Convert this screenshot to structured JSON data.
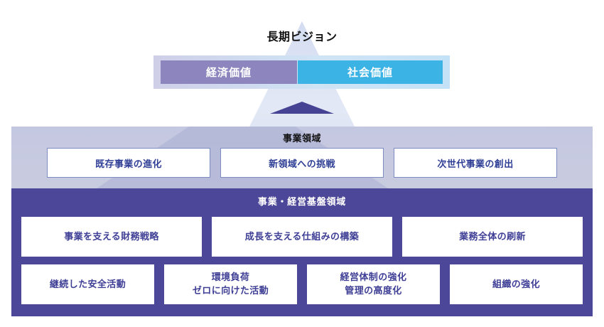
{
  "diagram": {
    "vision_title": "長期ビジョン",
    "vision_bar": {
      "economic_value_label": "経済価値",
      "social_value_label": "社会価値"
    },
    "arrow": {
      "icon_name": "up-arrow-icon"
    },
    "business_domain": {
      "heading": "事業領域",
      "cards": [
        {
          "label": "既存事業の進化"
        },
        {
          "label": "新領域への挑戦"
        },
        {
          "label": "次世代事業の創出"
        }
      ]
    },
    "management_foundation": {
      "heading": "事業・経営基盤領域",
      "row_1": [
        {
          "label": "事業を支える財務戦略"
        },
        {
          "label": "成長を支える仕組みの構築"
        },
        {
          "label": "業務全体の刷新"
        }
      ],
      "row_2": [
        {
          "label": "継続した安全活動"
        },
        {
          "label": "環境負荷\nゼロに向けた活動"
        },
        {
          "label": "経営体制の強化\n管理の高度化"
        },
        {
          "label": "組織の強化"
        }
      ]
    },
    "colors": {
      "economic_value": "#8d86be",
      "social_value": "#3cb3e5",
      "foundation_background": "#4c4798",
      "domain_background": "#c8cbe3",
      "card_text": "#3f3f96",
      "arrow": "#464294",
      "card_border": "#7b8cc0"
    }
  }
}
